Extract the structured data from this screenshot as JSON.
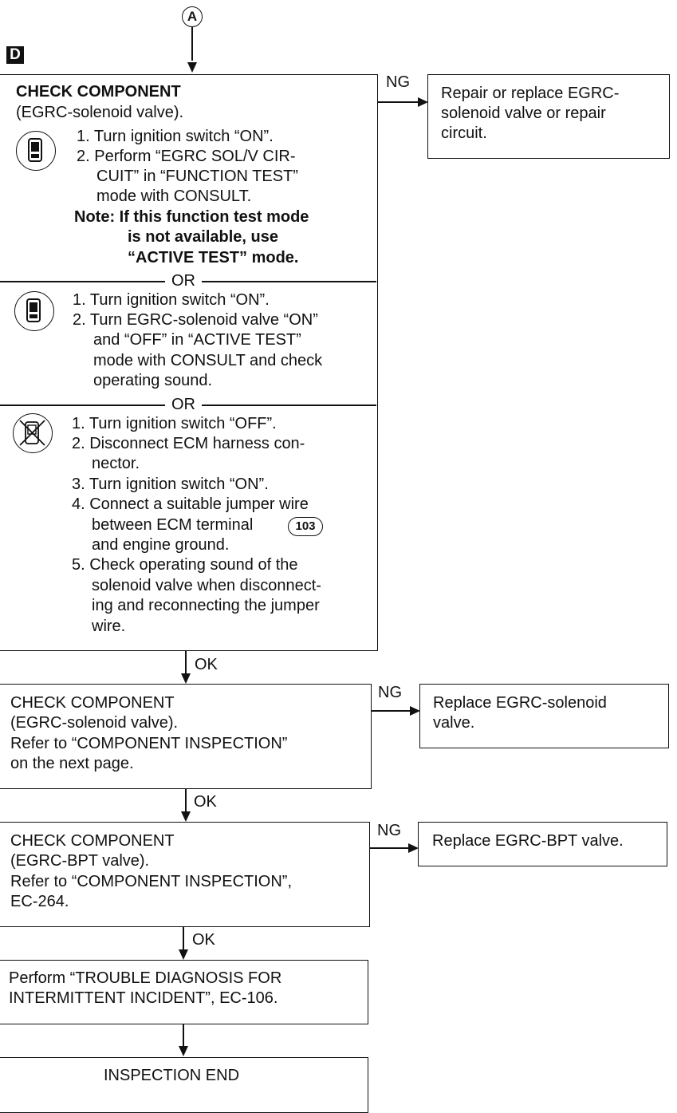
{
  "connector_top": "A",
  "section_marker": "D",
  "step1": {
    "title": "CHECK COMPONENT",
    "subtitle": "(EGRC-solenoid valve).",
    "method1": {
      "icon": "consult-tester-icon",
      "lines": [
        "1. Turn ignition switch “ON”.",
        "2. Perform “EGRC SOL/V CIR-",
        "CUIT” in “FUNCTION TEST”",
        "mode with CONSULT."
      ],
      "note": [
        "Note: If this function test mode",
        "is not available, use",
        "“ACTIVE TEST” mode."
      ]
    },
    "or1": "OR",
    "method2": {
      "icon": "consult-tester-icon",
      "lines": [
        "1. Turn ignition switch “ON”.",
        "2. Turn EGRC-solenoid valve “ON”",
        "and “OFF” in “ACTIVE TEST”",
        "mode with CONSULT and check",
        "operating sound."
      ]
    },
    "or2": "OR",
    "method3": {
      "icon": "no-tools-icon",
      "lines": [
        "1. Turn ignition switch “OFF”.",
        "2. Disconnect ECM harness con-",
        "nector.",
        "3. Turn ignition switch “ON”.",
        "4. Connect a suitable jumper wire",
        "between ECM terminal",
        "and engine ground.",
        "5. Check operating sound of the",
        "solenoid valve when disconnect-",
        "ing and reconnecting the jumper",
        "wire."
      ],
      "terminal": "103"
    },
    "ng_label": "NG",
    "ng_box": [
      "Repair or replace EGRC-",
      "solenoid valve or repair",
      "circuit."
    ],
    "ok_label": "OK"
  },
  "step2": {
    "lines": [
      "CHECK COMPONENT",
      "(EGRC-solenoid valve).",
      "Refer to “COMPONENT INSPECTION”",
      "on the next page."
    ],
    "ng_label": "NG",
    "ng_box": [
      "Replace EGRC-solenoid",
      "valve."
    ],
    "ok_label": "OK"
  },
  "step3": {
    "lines": [
      "CHECK COMPONENT",
      "(EGRC-BPT valve).",
      "Refer to “COMPONENT INSPECTION”,",
      "EC-264."
    ],
    "ng_label": "NG",
    "ng_box": [
      "Replace EGRC-BPT valve."
    ],
    "ok_label": "OK"
  },
  "step4": {
    "lines": [
      "Perform “TROUBLE DIAGNOSIS FOR",
      "INTERMITTENT INCIDENT”, EC-106."
    ]
  },
  "end": "INSPECTION END"
}
